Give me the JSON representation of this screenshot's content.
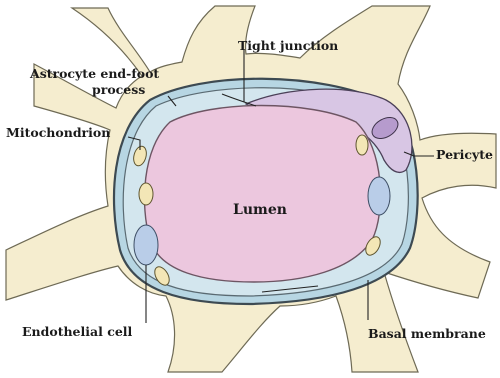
{
  "diagram": {
    "labels": {
      "tight_junction": "Tight junction",
      "astrocyte_line1": "Astrocyte end-foot",
      "astrocyte_line2": "process",
      "mitochondrion": "Mitochondrion",
      "pericyte": "Pericyte",
      "lumen": "Lumen",
      "endothelial_cell": "Endothelial cell",
      "basal_membrane": "Basal membrane"
    },
    "colors": {
      "astrocyte": "#f5edcf",
      "astrocyte_outline": "#6e6a55",
      "basal_membrane": "#b7d6e3",
      "endothelium": "#d3e6ee",
      "lumen": "#ecc7de",
      "pericyte": "#d8c6e4",
      "pericyte_nucleus": "#b69bcd",
      "mitochondrion": "#f3e6b6",
      "nucleus": "#b9cde8"
    }
  }
}
